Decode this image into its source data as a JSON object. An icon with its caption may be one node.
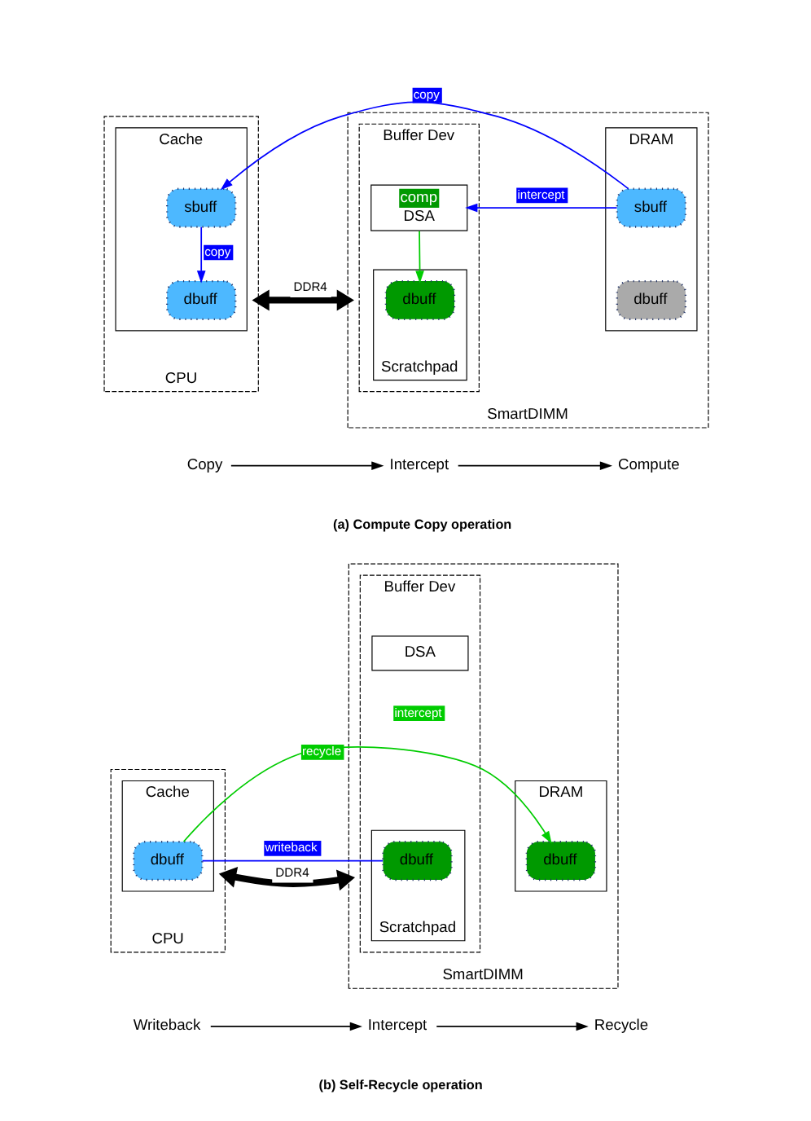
{
  "diagram": {
    "nodes": [
      {
        "text": [
          "CPU"
        ]
      },
      {
        "text": [
          "Cache"
        ],
        "in": 0
      },
      {
        "text": [
          "sbuff"
        ],
        "in": 1
      },
      {
        "text": [
          "dbuff"
        ],
        "in": 1
      },
      {
        "text": [
          "SmartDIMM"
        ]
      },
      {
        "text": [
          "Buffer Dev"
        ],
        "in": 4
      },
      {
        "text": [
          "comp",
          "DSA"
        ],
        "in": 5
      },
      {
        "text": [
          "Scratchpad"
        ],
        "in": 5
      },
      {
        "text": [
          "dbuff"
        ],
        "in": 7
      },
      {
        "text": [
          "DRAM"
        ],
        "in": 4
      },
      {
        "text": [
          "sbuff"
        ],
        "in": 9
      },
      {
        "text": [
          "dbuff"
        ],
        "in": 9
      },
      {
        "text": [
          "Copy"
        ]
      },
      {
        "text": [
          "Intercept"
        ]
      },
      {
        "text": [
          "Compute"
        ]
      },
      {
        "text": [
          "CPU"
        ]
      },
      {
        "text": [
          "Cache"
        ],
        "in": 15
      },
      {
        "text": [
          "dbuff"
        ],
        "in": 16
      },
      {
        "text": [
          "SmartDIMM"
        ]
      },
      {
        "text": [
          "Buffer Dev"
        ],
        "in": 18
      },
      {
        "text": [
          "DSA"
        ],
        "in": 19
      },
      {
        "text": [
          "Scratchpad"
        ],
        "in": 19
      },
      {
        "text": [
          "dbuff"
        ],
        "in": 21
      },
      {
        "text": [
          "DRAM"
        ],
        "in": 18
      },
      {
        "text": [
          "dbuff"
        ],
        "in": 23
      },
      {
        "text": [
          "Writeback"
        ]
      },
      {
        "text": [
          "Intercept"
        ]
      },
      {
        "text": [
          "Recycle"
        ]
      }
    ],
    "edges": [
      {
        "from": 2,
        "to": 3,
        "arrow": "to",
        "label": "copy",
        "color": "#0000ff"
      },
      {
        "from": 10,
        "to": 2,
        "arrow": "to",
        "label": "copy",
        "color": "#0000ff"
      },
      {
        "from": 10,
        "to": 6,
        "arrow": "to",
        "label": "intercept",
        "color": "#0000ff"
      },
      {
        "from": 6,
        "to": 8,
        "arrow": "to",
        "color": "#00cc00"
      },
      {
        "from": 0,
        "to": 4,
        "arrow": "both",
        "label": "DDR4",
        "style": "thick"
      },
      {
        "from": 12,
        "to": 13,
        "arrow": "to"
      },
      {
        "from": 13,
        "to": 14,
        "arrow": "to"
      },
      {
        "from": 17,
        "to": 22,
        "arrow": "none",
        "label": "writeback",
        "color": "#0000ff"
      },
      {
        "from": 17,
        "to": 24,
        "arrow": "to",
        "label": "recycle",
        "color": "#00cc00"
      },
      {
        "from": 15,
        "to": 18,
        "arrow": "both",
        "label": "DDR4",
        "style": "thick"
      },
      {
        "from": 25,
        "to": 26,
        "arrow": "to"
      },
      {
        "from": 26,
        "to": 27,
        "arrow": "to"
      }
    ],
    "labels": [
      "(a) Compute Copy operation",
      "intercept",
      "(b) Self-Recycle operation"
    ]
  }
}
